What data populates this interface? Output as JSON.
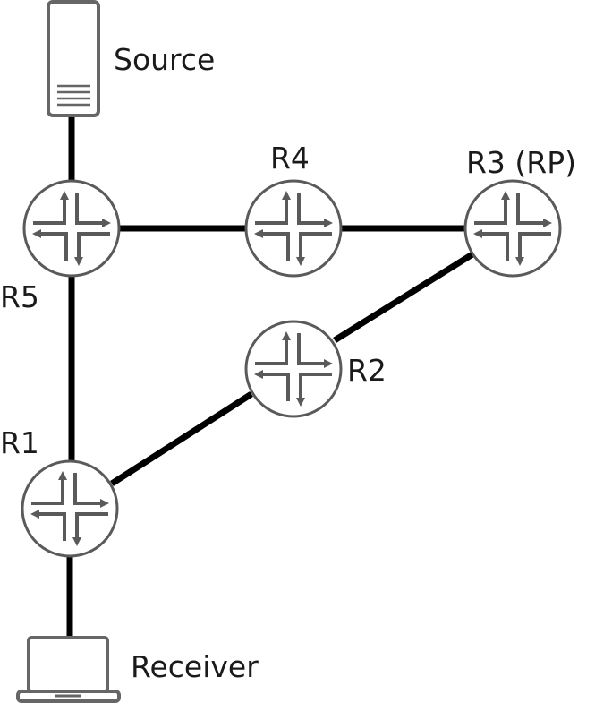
{
  "diagram": {
    "title": "",
    "nodes": [
      {
        "id": "source",
        "type": "server",
        "label": "Source"
      },
      {
        "id": "r5",
        "type": "router",
        "label": "R5"
      },
      {
        "id": "r4",
        "type": "router",
        "label": "R4"
      },
      {
        "id": "r3",
        "type": "router",
        "label": "R3 (RP)"
      },
      {
        "id": "r2",
        "type": "router",
        "label": "R2"
      },
      {
        "id": "r1",
        "type": "router",
        "label": "R1"
      },
      {
        "id": "receiver",
        "type": "laptop",
        "label": "Receiver"
      }
    ],
    "links": [
      {
        "from": "source",
        "to": "r5"
      },
      {
        "from": "r5",
        "to": "r4"
      },
      {
        "from": "r4",
        "to": "r3"
      },
      {
        "from": "r5",
        "to": "r1"
      },
      {
        "from": "r3",
        "to": "r2"
      },
      {
        "from": "r2",
        "to": "r1"
      },
      {
        "from": "r1",
        "to": "receiver"
      }
    ],
    "icons": {
      "server": "server-icon",
      "router": "router-icon",
      "laptop": "laptop-icon"
    }
  }
}
